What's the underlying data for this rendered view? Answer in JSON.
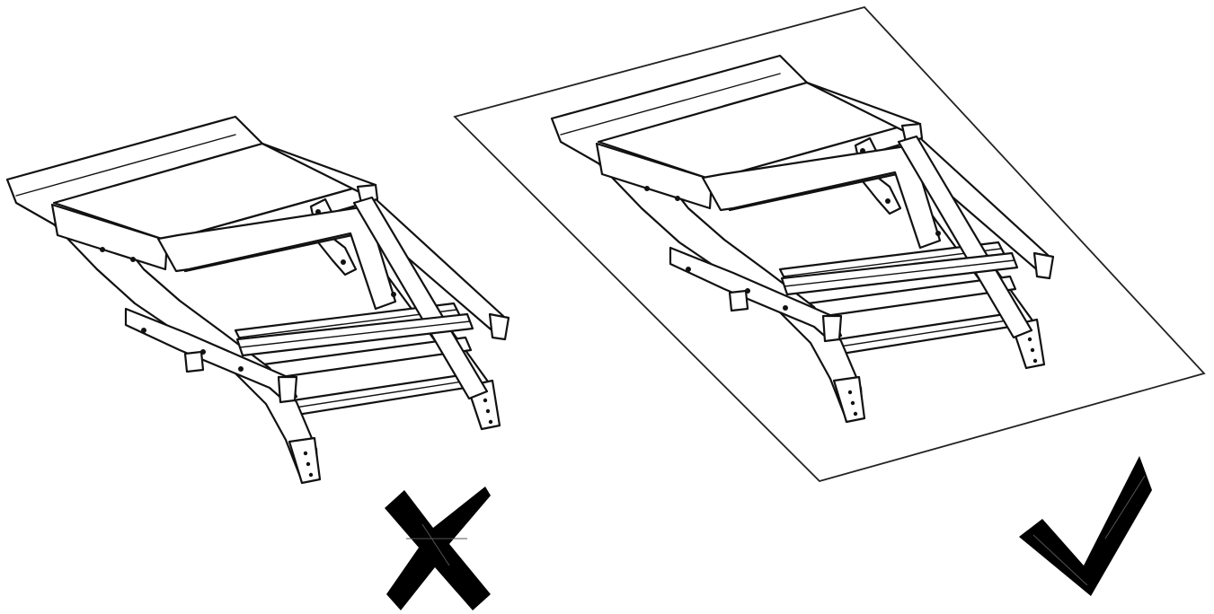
{
  "figure": {
    "left_panel": {
      "subject": "folding-step-stool",
      "surface": "none",
      "status_icon": "cross-mark-icon",
      "status": "incorrect"
    },
    "right_panel": {
      "subject": "folding-step-stool",
      "surface": "flat-mat",
      "status_icon": "check-mark-icon",
      "status": "correct"
    },
    "colors": {
      "line": "#111111",
      "fill": "#ffffff",
      "mark": "#000000"
    }
  }
}
